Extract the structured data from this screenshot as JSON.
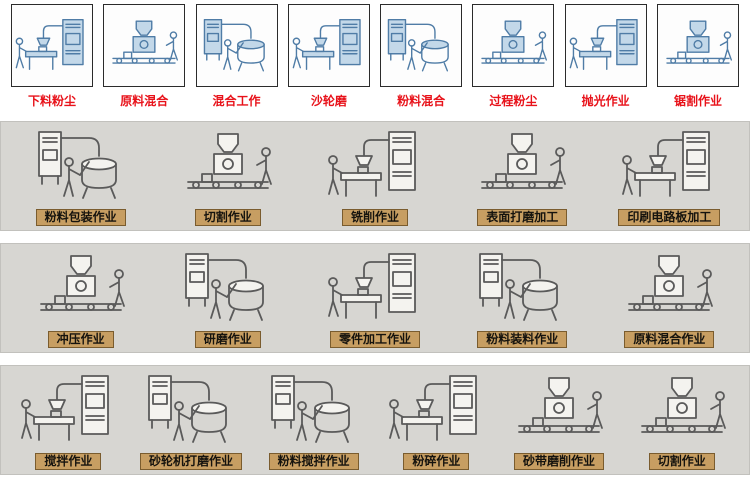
{
  "top_row": {
    "items": [
      {
        "label": "下料粉尘"
      },
      {
        "label": "原料混合"
      },
      {
        "label": "混合工作"
      },
      {
        "label": "沙轮磨"
      },
      {
        "label": "粉料混合"
      },
      {
        "label": "过程粉尘"
      },
      {
        "label": "抛光作业"
      },
      {
        "label": "锯割作业"
      }
    ]
  },
  "rows": [
    {
      "items": [
        {
          "label": "粉料包装作业"
        },
        {
          "label": "切割作业"
        },
        {
          "label": "铣削作业"
        },
        {
          "label": "表面打磨加工"
        },
        {
          "label": "印刷电路板加工"
        }
      ]
    },
    {
      "items": [
        {
          "label": "冲压作业"
        },
        {
          "label": "研磨作业"
        },
        {
          "label": "零件加工作业"
        },
        {
          "label": "粉料装料作业"
        },
        {
          "label": "原料混合作业"
        }
      ]
    },
    {
      "items": [
        {
          "label": "搅拌作业"
        },
        {
          "label": "砂轮机打磨作业"
        },
        {
          "label": "粉料搅拌作业"
        },
        {
          "label": "粉碎作业"
        },
        {
          "label": "砂带磨削作业"
        },
        {
          "label": "切割作业"
        }
      ]
    }
  ],
  "colors": {
    "top_label": "#e8121a",
    "tag_bg": "#c79e62",
    "tag_border": "#7a5c2e",
    "band_bg": "#d7d6d2",
    "line_blue": "#4f7ca6",
    "line_gray": "#5a5a5a"
  }
}
